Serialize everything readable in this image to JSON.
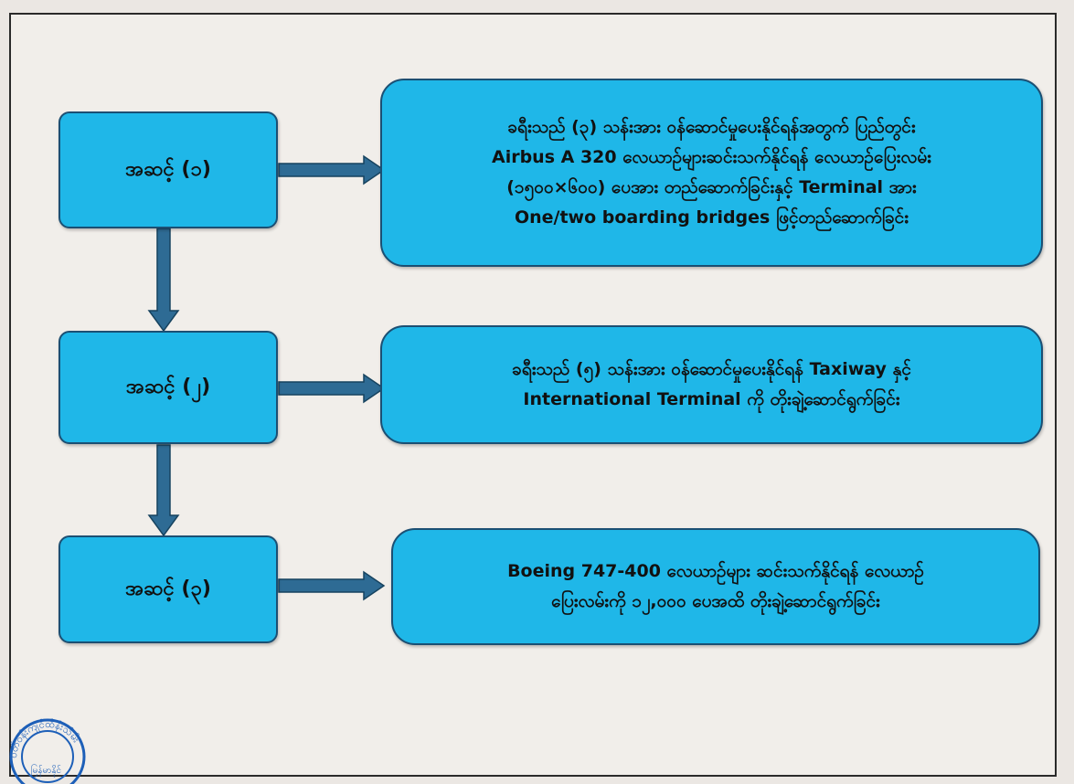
{
  "steps": [
    {
      "label": "အဆင့် (၁)",
      "lines": [
        "ခရီးသည် (၃) သန်းအား ဝန်ဆောင်မှုပေးနိုင်ရန်အတွက် ပြည်တွင်း",
        "Airbus A 320 လေယာဉ်များဆင်းသက်နိုင်ရန် လေယာဉ်ပြေးလမ်း",
        "(၁၅၀၀×၆၀၀) ပေအား တည်ဆောက်ခြင်းနှင့် Terminal အား",
        "One/two boarding bridges ဖြင့်တည်ဆောက်ခြင်း"
      ]
    },
    {
      "label": "အဆင့် (၂)",
      "lines": [
        "ခရီးသည် (၅) သန်းအား ဝန်ဆောင်မှုပေးနိုင်ရန် Taxiway နှင့်",
        "International Terminal ကို တိုးချဲ့ဆောင်ရွက်ခြင်း"
      ]
    },
    {
      "label": "အဆင့် (၃)",
      "lines": [
        "Boeing 747-400 လေယာဉ်များ ဆင်းသက်နိုင်ရန် လေယာဉ်",
        "ပြေးလမ်းကို ၁၂,၀၀၀ ပေအထိ တိုးချဲ့ဆောင်ရွက်ခြင်း"
      ]
    }
  ],
  "seal": {
    "text": "ပတ်ဝန်းကျင်ထိန်းသိမ်း",
    "inner_text": "မြန်မာနိုင်"
  },
  "colors": {
    "box_fill": "#1fb7e8",
    "box_border": "#1b4f73",
    "arrow": "#2e6b94",
    "seal": "#1d5fb8"
  }
}
